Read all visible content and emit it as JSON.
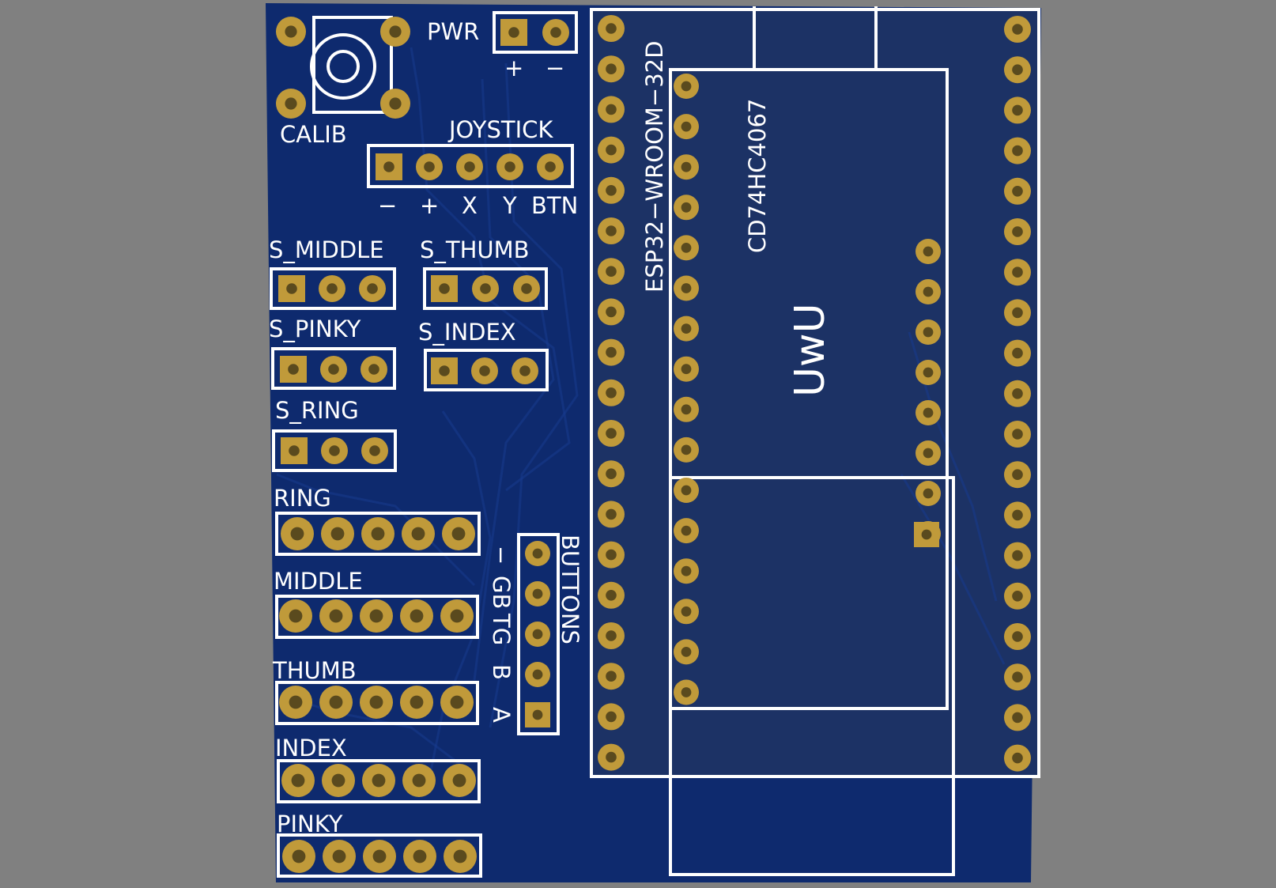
{
  "board": {
    "labels": {
      "pwr": "PWR",
      "pwr_plus": "+",
      "pwr_minus": "−",
      "calib": "CALIB",
      "joystick": "JOYSTICK",
      "joy_pins": [
        "−",
        "+",
        "X",
        "Y",
        "BTN"
      ],
      "s_middle": "S_MIDDLE",
      "s_thumb": "S_THUMB",
      "s_pinky": "S_PINKY",
      "s_index": "S_INDEX",
      "s_ring": "S_RING",
      "ring": "RING",
      "middle": "MIDDLE",
      "thumb": "THUMB",
      "index": "INDEX",
      "pinky": "PINKY",
      "buttons": "BUTTONS",
      "button_pins": [
        "−",
        "GB",
        "TG",
        "B",
        "A"
      ],
      "esp32": "ESP32−WROOM−32D",
      "mux": "CD74HC4067",
      "uwu": "UwU"
    },
    "colors": {
      "background": "#808080",
      "pcb": "#0e2a6e",
      "silkscreen": "#ffffff",
      "copper": "#c09a3a"
    }
  }
}
